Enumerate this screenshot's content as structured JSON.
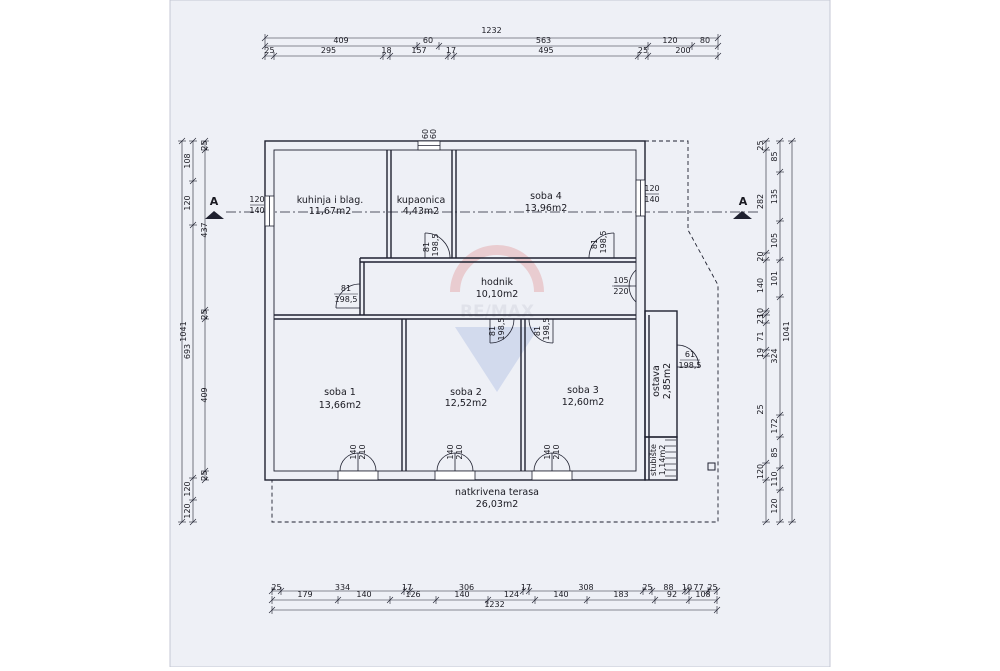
{
  "rooms": {
    "kuhinja": {
      "name": "kuhinja i blag.",
      "area": "11,67m2"
    },
    "kupaonica": {
      "name": "kupaonica",
      "area": "4,43m2"
    },
    "soba4": {
      "name": "soba 4",
      "area": "13,96m2"
    },
    "hodnik": {
      "name": "hodnik",
      "area": "10,10m2"
    },
    "soba1": {
      "name": "soba 1",
      "area": "13,66m2"
    },
    "soba2": {
      "name": "soba 2",
      "area": "12,52m2"
    },
    "soba3": {
      "name": "soba 3",
      "area": "12,60m2"
    },
    "ostava": {
      "name": "ostava",
      "area": "2,85m2"
    },
    "stubiste": {
      "name": "stubište",
      "area": "1,14m2"
    },
    "terasa": {
      "name": "natkrivena terasa",
      "area": "26,03m2"
    }
  },
  "section_marks": [
    "A",
    "A"
  ],
  "watermark": "RE/MAX",
  "top_dims": {
    "row1": [
      "1232"
    ],
    "row2": [
      "409",
      "60",
      "563",
      "120",
      "80"
    ],
    "row3": [
      "25",
      "295",
      "18",
      "157",
      "17",
      "495",
      "25",
      "200"
    ]
  },
  "bottom_dims": {
    "row1": [
      "25",
      "334",
      "17",
      "306",
      "17",
      "308",
      "25",
      "88",
      "10",
      "77",
      "25"
    ],
    "row2": [
      "179",
      "140",
      "126",
      "140",
      "124",
      "140",
      "183",
      "92",
      "108"
    ],
    "row3": [
      "1232"
    ]
  },
  "left_dims": {
    "outer": [
      "1041"
    ],
    "middle": [
      "108",
      "120",
      "693",
      "120",
      "120"
    ],
    "inner": [
      "25",
      "437",
      "25",
      "409",
      "25"
    ]
  },
  "right_dims": {
    "inner": [
      "25",
      "282",
      "20",
      "140",
      "10",
      "23",
      "71",
      "19",
      "25",
      "120"
    ],
    "middle": [
      "85",
      "135",
      "105",
      "101",
      "324",
      "172",
      "85",
      "110",
      "120"
    ],
    "outer": [
      "1041"
    ]
  },
  "openings": {
    "win_kuhinja": [
      "120",
      "140"
    ],
    "win_kupaonica": [
      "60",
      "60"
    ],
    "win_soba4": [
      "120",
      "140"
    ],
    "door_kupaonica": [
      "81",
      "198,5"
    ],
    "door_soba4": [
      "81",
      "198,5"
    ],
    "door_kuhinja": [
      "81",
      "198,5"
    ],
    "door_hodnik": [
      "105",
      "220"
    ],
    "door_soba2": [
      "81",
      "198,5"
    ],
    "door_soba3": [
      "81",
      "198,5"
    ],
    "door_ostava": [
      "61",
      "198,5"
    ],
    "door_s1": [
      "140",
      "210"
    ],
    "door_s2": [
      "140",
      "210"
    ],
    "door_s3": [
      "140",
      "210"
    ]
  }
}
